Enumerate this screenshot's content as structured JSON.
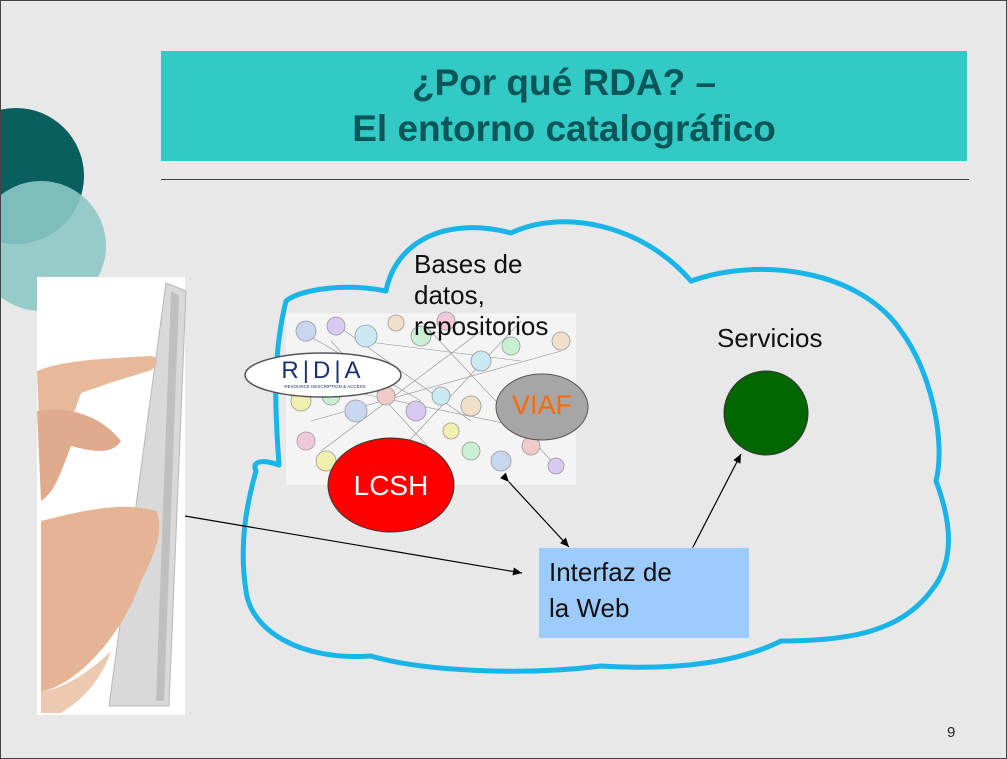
{
  "title": {
    "line1": "¿Por qué RDA? –",
    "line2": "El entorno catalográfico"
  },
  "labels": {
    "databases_line1": "Bases de",
    "databases_line2": "datos,",
    "databases_line3": "repositorios",
    "services": "Servicios",
    "interface_line1": "Interfaz de",
    "interface_line2": "la Web"
  },
  "badges": {
    "rda": "R|D|A",
    "rda_subtitle": "RESOURCE DESCRIPTION & ACCESS",
    "viaf": "VIAF",
    "lcsh": "LCSH"
  },
  "page_number": "9",
  "colors": {
    "title_bg": "#33c9c5",
    "title_text": "#0b5659",
    "cloud_outline": "#19b4e8",
    "lcsh": "#ff0000",
    "viaf_text": "#ff6a00",
    "services_node": "#006600",
    "interface_bg": "#9ccbff"
  }
}
